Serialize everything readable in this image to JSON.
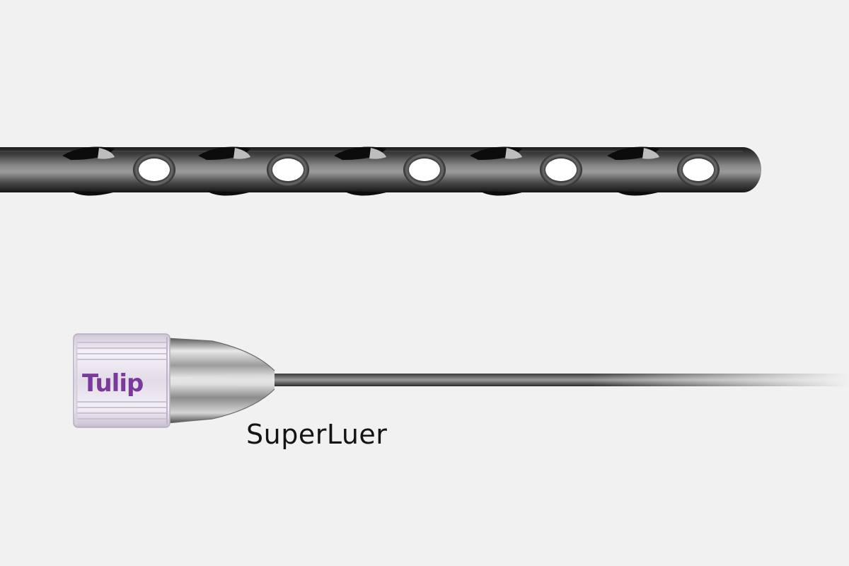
{
  "hub": {
    "brand_text": "Tulip",
    "brand_color": "#7a3a9a"
  },
  "product": {
    "name": "SuperLuer"
  },
  "cannula_tip": {
    "port_count": 5
  },
  "colors": {
    "background": "#f1f1f1",
    "metal_dark": "#2e2e2e",
    "metal_light": "#d8d8d8"
  }
}
